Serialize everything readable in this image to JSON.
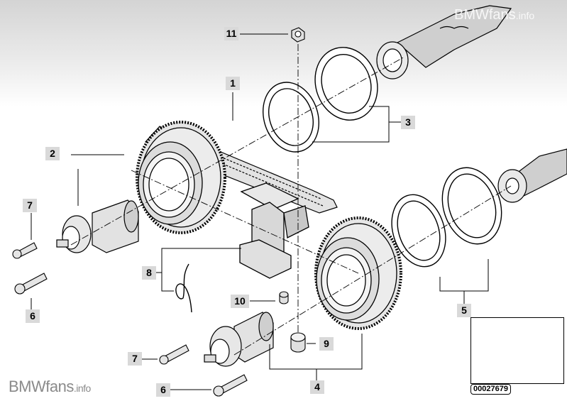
{
  "watermark": {
    "bottom_main": "BMWfans",
    "bottom_suffix": ".info",
    "top_main": "BMWfans",
    "top_suffix": ".info"
  },
  "callouts": [
    {
      "id": "1",
      "label": "1"
    },
    {
      "id": "2",
      "label": "2"
    },
    {
      "id": "3",
      "label": "3"
    },
    {
      "id": "4",
      "label": "4"
    },
    {
      "id": "5",
      "label": "5"
    },
    {
      "id": "6a",
      "label": "6"
    },
    {
      "id": "6b",
      "label": "6"
    },
    {
      "id": "7a",
      "label": "7"
    },
    {
      "id": "7b",
      "label": "7"
    },
    {
      "id": "8",
      "label": "8"
    },
    {
      "id": "9",
      "label": "9"
    },
    {
      "id": "10",
      "label": "10"
    },
    {
      "id": "11",
      "label": "11"
    }
  ],
  "inset": {
    "reference_number": "00027679"
  },
  "colors": {
    "line": "#000000",
    "callout_bg": "#d9d9d9",
    "gear_fill": "#e6e6e6",
    "shadow": "#bdbdbd"
  }
}
